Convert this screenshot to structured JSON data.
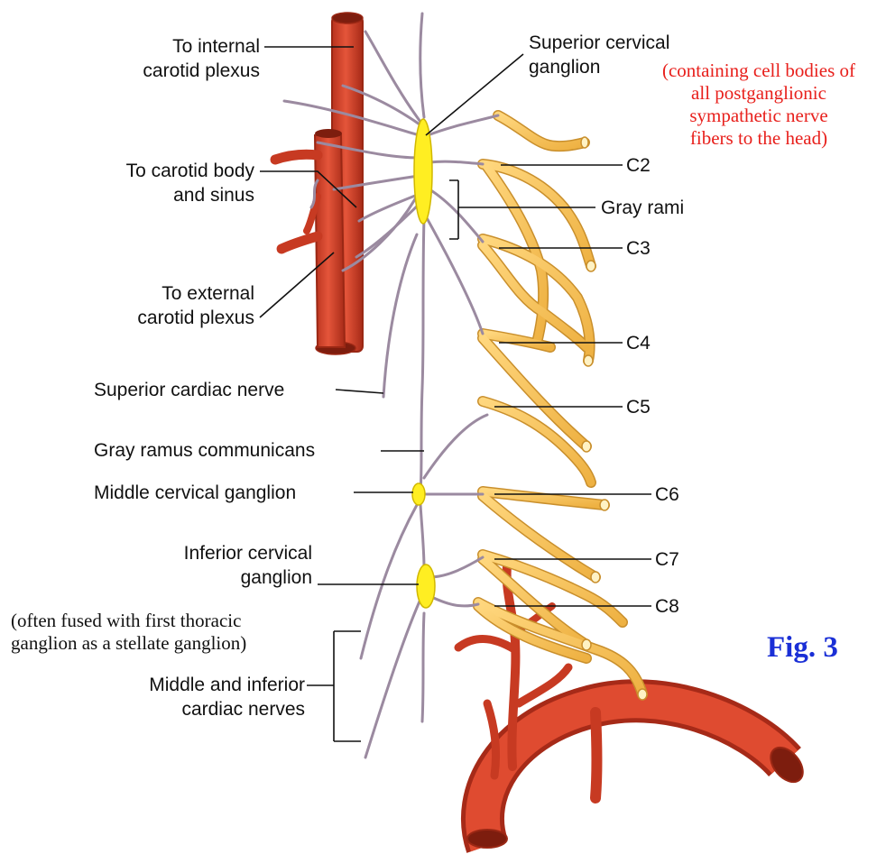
{
  "colors": {
    "artery": "#d9432a",
    "artery_dark": "#a62a18",
    "nerve": "#9b8aa0",
    "ganglion": "#ffee22",
    "spinal_nerve": "#f7c25a",
    "spinal_nerve_edge": "#c98f2c",
    "leader": "#111111",
    "red_note": "#e8201c",
    "figure_label": "#1a2fd6"
  },
  "labels": {
    "to_internal_carotid_1": "To internal",
    "to_internal_carotid_2": "carotid plexus",
    "to_carotid_body_1": "To carotid body",
    "to_carotid_body_2": "and sinus",
    "to_external_carotid_1": "To external",
    "to_external_carotid_2": "carotid plexus",
    "superior_cardiac_nerve": "Superior cardiac nerve",
    "gray_ramus_communicans": "Gray ramus communicans",
    "middle_cervical_ganglion": "Middle cervical ganglion",
    "inferior_cervical_ganglion_1": "Inferior cervical",
    "inferior_cervical_ganglion_2": "ganglion",
    "middle_inferior_cardiac_1": "Middle and inferior",
    "middle_inferior_cardiac_2": "cardiac nerves",
    "superior_cervical_ganglion_1": "Superior cervical",
    "superior_cervical_ganglion_2": "ganglion",
    "gray_rami": "Gray rami",
    "c2": "C2",
    "c3": "C3",
    "c4": "C4",
    "c5": "C5",
    "c6": "C6",
    "c7": "C7",
    "c8": "C8"
  },
  "notes": {
    "superior_note_1": "(containing cell bodies of",
    "superior_note_2": "all postganglionic",
    "superior_note_3": "sympathetic nerve",
    "superior_note_4": "fibers to the head)",
    "stellate_note_1": "(often fused with first thoracic",
    "stellate_note_2": "ganglion as a stellate ganglion)",
    "figure_label": "Fig. 3"
  }
}
